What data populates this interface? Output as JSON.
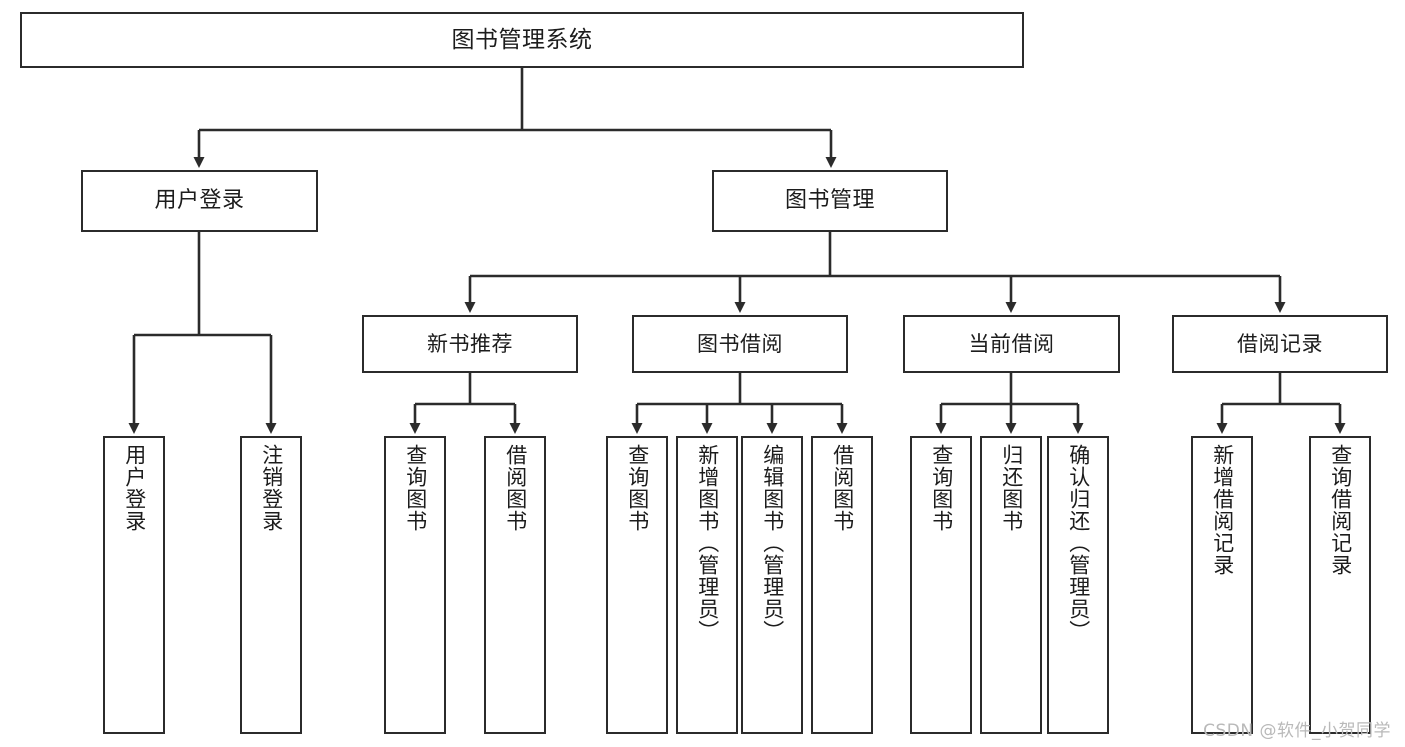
{
  "diagram": {
    "type": "tree-hierarchy",
    "title": "图书管理系统",
    "root": {
      "label": "图书管理系统"
    },
    "level1": [
      {
        "id": "user-login",
        "label": "用户登录"
      },
      {
        "id": "book-management",
        "label": "图书管理"
      }
    ],
    "level2": [
      {
        "id": "new-book-recommend",
        "label": "新书推荐",
        "parent": "book-management"
      },
      {
        "id": "book-borrow",
        "label": "图书借阅",
        "parent": "book-management"
      },
      {
        "id": "current-borrow",
        "label": "当前借阅",
        "parent": "book-management"
      },
      {
        "id": "borrow-record",
        "label": "借阅记录",
        "parent": "book-management"
      }
    ],
    "leaves": [
      {
        "id": "leaf-user-login",
        "label": "用户登录",
        "parent": "user-login"
      },
      {
        "id": "leaf-logout",
        "label": "注销登录",
        "parent": "user-login"
      },
      {
        "id": "leaf-query-book-1",
        "label": "查询图书",
        "parent": "new-book-recommend"
      },
      {
        "id": "leaf-borrow-book-1",
        "label": "借阅图书",
        "parent": "new-book-recommend"
      },
      {
        "id": "leaf-query-book-2",
        "label": "查询图书",
        "parent": "book-borrow"
      },
      {
        "id": "leaf-add-book",
        "label": "新增图书（管理员）",
        "parent": "book-borrow"
      },
      {
        "id": "leaf-edit-book",
        "label": "编辑图书（管理员）",
        "parent": "book-borrow"
      },
      {
        "id": "leaf-borrow-book-2",
        "label": "借阅图书",
        "parent": "book-borrow"
      },
      {
        "id": "leaf-query-book-3",
        "label": "查询图书",
        "parent": "current-borrow"
      },
      {
        "id": "leaf-return-book",
        "label": "归还图书",
        "parent": "current-borrow"
      },
      {
        "id": "leaf-confirm-return",
        "label": "确认归还（管理员）",
        "parent": "current-borrow"
      },
      {
        "id": "leaf-add-record",
        "label": "新增借阅记录",
        "parent": "borrow-record"
      },
      {
        "id": "leaf-query-record",
        "label": "查询借阅记录",
        "parent": "borrow-record"
      }
    ],
    "colors": {
      "box_border": "#2b2b2b",
      "box_fill": "#ffffff",
      "connector": "#2b2b2b",
      "text": "#1c1c1c",
      "watermark": "#b9b9b9",
      "background": "#ffffff"
    }
  },
  "watermark": {
    "text": "CSDN @软件_小贺同学"
  }
}
